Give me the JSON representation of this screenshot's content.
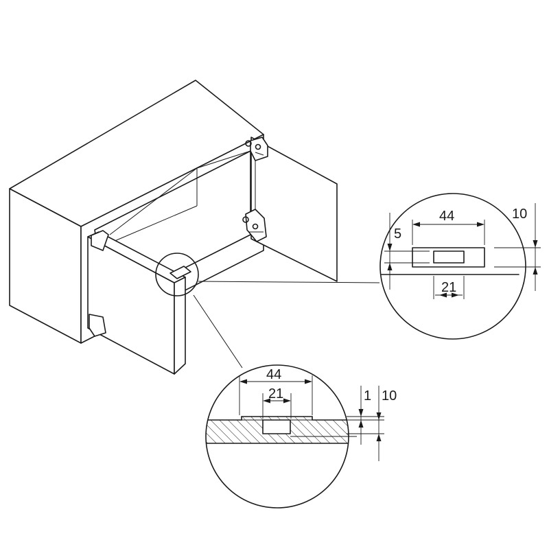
{
  "top_detail": {
    "width_label": "44",
    "inner_width_label": "21",
    "height_label": "5",
    "depth_label": "10"
  },
  "bottom_detail": {
    "width_label": "44",
    "inner_width_label": "21",
    "recess_label": "1",
    "depth_label": "10"
  }
}
